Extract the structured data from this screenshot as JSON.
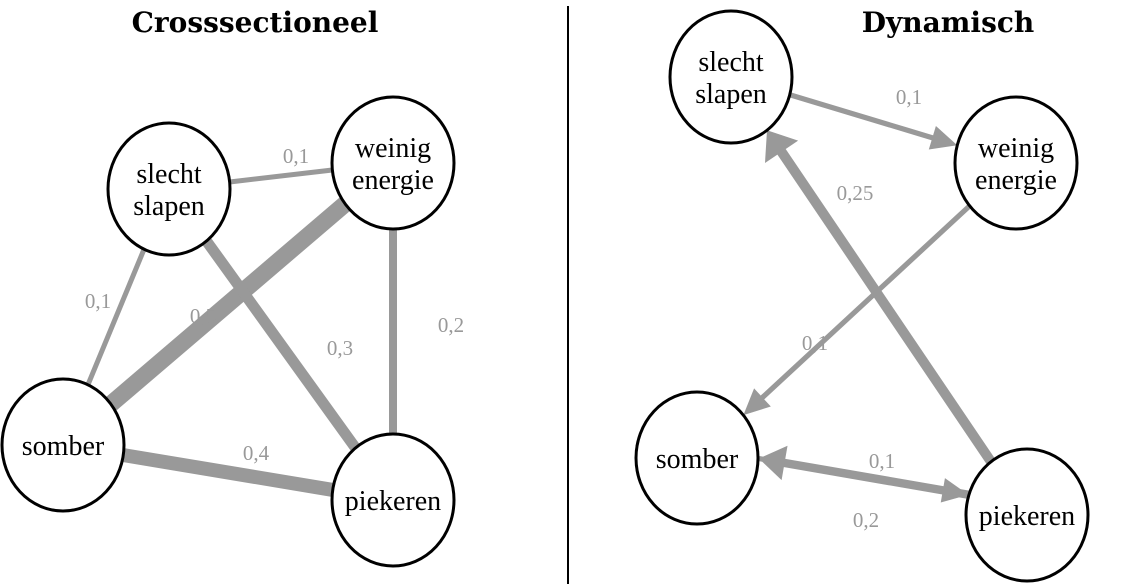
{
  "panels": [
    {
      "id": "crosssectional",
      "title": "Crosssectioneel",
      "directed": false,
      "nodes": [
        {
          "id": "slecht_slapen",
          "lines": [
            "slecht",
            "slapen"
          ]
        },
        {
          "id": "weinig_energie",
          "lines": [
            "weinig",
            "energie"
          ]
        },
        {
          "id": "somber",
          "lines": [
            "somber"
          ]
        },
        {
          "id": "piekeren",
          "lines": [
            "piekeren"
          ]
        }
      ],
      "edges": [
        {
          "from": "slecht_slapen",
          "to": "weinig_energie",
          "weight": 0.1,
          "label": "0,1"
        },
        {
          "from": "slecht_slapen",
          "to": "somber",
          "weight": 0.1,
          "label": "0,1"
        },
        {
          "from": "somber",
          "to": "weinig_energie",
          "weight": 0.5,
          "label": "0,5"
        },
        {
          "from": "slecht_slapen",
          "to": "piekeren",
          "weight": 0.3,
          "label": "0,3"
        },
        {
          "from": "weinig_energie",
          "to": "piekeren",
          "weight": 0.2,
          "label": "0,2"
        },
        {
          "from": "somber",
          "to": "piekeren",
          "weight": 0.4,
          "label": "0,4"
        }
      ]
    },
    {
      "id": "dynamic",
      "title": "Dynamisch",
      "directed": true,
      "nodes": [
        {
          "id": "slecht_slapen",
          "lines": [
            "slecht",
            "slapen"
          ]
        },
        {
          "id": "weinig_energie",
          "lines": [
            "weinig",
            "energie"
          ]
        },
        {
          "id": "somber",
          "lines": [
            "somber"
          ]
        },
        {
          "id": "piekeren",
          "lines": [
            "piekeren"
          ]
        }
      ],
      "edges": [
        {
          "from": "slecht_slapen",
          "to": "weinig_energie",
          "weight": 0.1,
          "label": "0,1"
        },
        {
          "from": "piekeren",
          "to": "slecht_slapen",
          "weight": 0.25,
          "label": "0,25"
        },
        {
          "from": "weinig_energie",
          "to": "somber",
          "weight": 0.1,
          "label": "0,1"
        },
        {
          "from": "somber",
          "to": "piekeren",
          "weight": 0.1,
          "label": "0,1"
        },
        {
          "from": "piekeren",
          "to": "somber",
          "weight": 0.2,
          "label": "0,2"
        }
      ]
    }
  ],
  "colors": {
    "edge": "#999999",
    "node_stroke": "#000000",
    "node_fill": "#ffffff",
    "divider": "#000000"
  }
}
